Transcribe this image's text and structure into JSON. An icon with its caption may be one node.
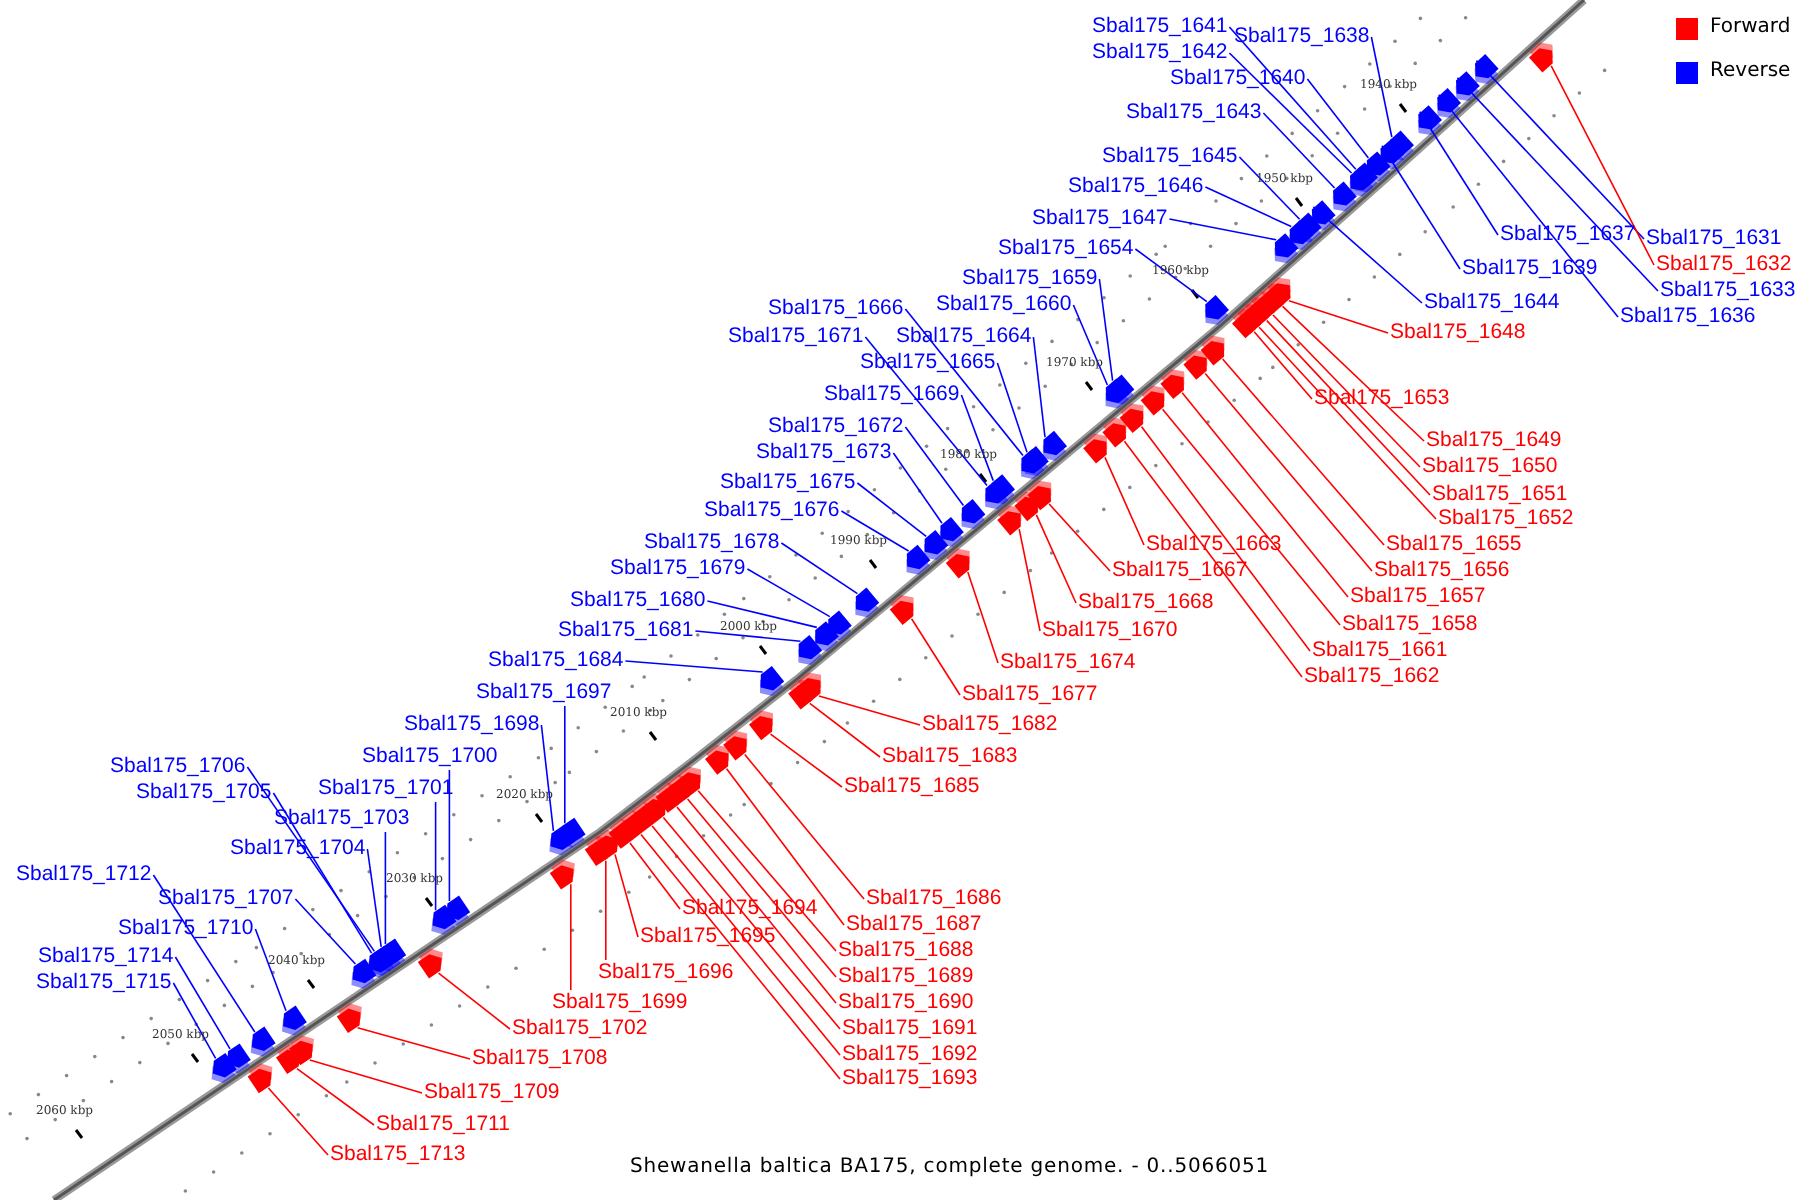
{
  "diagram": {
    "caption": "Shewanella baltica BA175, complete genome. - 0..5066051",
    "nodes": [
      {
        "text": [
          "Sbal175_1641"
        ]
      },
      {
        "text": [
          "Sbal175_1638"
        ]
      },
      {
        "text": [
          "Sbal175_1642"
        ]
      },
      {
        "text": [
          "Sbal175_1640"
        ]
      },
      {
        "text": [
          "Sbal175_1643"
        ]
      },
      {
        "text": [
          "Sbal175_1645"
        ]
      },
      {
        "text": [
          "Sbal175_1646"
        ]
      },
      {
        "text": [
          "Sbal175_1647"
        ]
      },
      {
        "text": [
          "Sbal175_1637"
        ]
      },
      {
        "text": [
          "Sbal175_1631"
        ]
      },
      {
        "text": [
          "Sbal175_1654"
        ]
      },
      {
        "text": [
          "Sbal175_1632"
        ]
      },
      {
        "text": [
          "Sbal175_1639"
        ]
      },
      {
        "text": [
          "Sbal175_1659"
        ]
      },
      {
        "text": [
          "Sbal175_1633"
        ]
      },
      {
        "text": [
          "Sbal175_1644"
        ]
      },
      {
        "text": [
          "Sbal175_1660"
        ]
      },
      {
        "text": [
          "Sbal175_1666"
        ]
      },
      {
        "text": [
          "Sbal175_1636"
        ]
      },
      {
        "text": [
          "Sbal175_1648"
        ]
      },
      {
        "text": [
          "Sbal175_1671"
        ]
      },
      {
        "text": [
          "Sbal175_1664"
        ]
      },
      {
        "text": [
          "Sbal175_1665"
        ]
      },
      {
        "text": [
          "Sbal175_1669"
        ]
      },
      {
        "text": [
          "Sbal175_1653"
        ]
      },
      {
        "text": [
          "Sbal175_1672"
        ]
      },
      {
        "text": [
          "Sbal175_1649"
        ]
      },
      {
        "text": [
          "Sbal175_1673"
        ]
      },
      {
        "text": [
          "Sbal175_1650"
        ]
      },
      {
        "text": [
          "Sbal175_1675"
        ]
      },
      {
        "text": [
          "Sbal175_1651"
        ]
      },
      {
        "text": [
          "Sbal175_1676"
        ]
      },
      {
        "text": [
          "Sbal175_1652"
        ]
      },
      {
        "text": [
          "Sbal175_1678"
        ]
      },
      {
        "text": [
          "Sbal175_1663"
        ]
      },
      {
        "text": [
          "Sbal175_1655"
        ]
      },
      {
        "text": [
          "Sbal175_1679"
        ]
      },
      {
        "text": [
          "Sbal175_1667"
        ]
      },
      {
        "text": [
          "Sbal175_1656"
        ]
      },
      {
        "text": [
          "Sbal175_1657"
        ]
      },
      {
        "text": [
          "Sbal175_1680"
        ]
      },
      {
        "text": [
          "Sbal175_1668"
        ]
      },
      {
        "text": [
          "Sbal175_1658"
        ]
      },
      {
        "text": [
          "Sbal175_1681"
        ]
      },
      {
        "text": [
          "Sbal175_1670"
        ]
      },
      {
        "text": [
          "Sbal175_1661"
        ]
      },
      {
        "text": [
          "Sbal175_1684"
        ]
      },
      {
        "text": [
          "Sbal175_1674"
        ]
      },
      {
        "text": [
          "Sbal175_1662"
        ]
      },
      {
        "text": [
          "Sbal175_1697"
        ]
      },
      {
        "text": [
          "Sbal175_1677"
        ]
      },
      {
        "text": [
          "Sbal175_1682"
        ]
      },
      {
        "text": [
          "Sbal175_1698"
        ]
      },
      {
        "text": [
          "Sbal175_1700"
        ]
      },
      {
        "text": [
          "Sbal175_1683"
        ]
      },
      {
        "text": [
          "Sbal175_1706"
        ]
      },
      {
        "text": [
          "Sbal175_1685"
        ]
      },
      {
        "text": [
          "Sbal175_1701"
        ]
      },
      {
        "text": [
          "Sbal175_1705"
        ]
      },
      {
        "text": [
          "Sbal175_1703"
        ]
      },
      {
        "text": [
          "Sbal175_1704"
        ]
      },
      {
        "text": [
          "Sbal175_1712"
        ]
      },
      {
        "text": [
          "Sbal175_1686"
        ]
      },
      {
        "text": [
          "Sbal175_1707"
        ]
      },
      {
        "text": [
          "Sbal175_1694"
        ]
      },
      {
        "text": [
          "Sbal175_1687"
        ]
      },
      {
        "text": [
          "Sbal175_1710"
        ]
      },
      {
        "text": [
          "Sbal175_1695"
        ]
      },
      {
        "text": [
          "Sbal175_1688"
        ]
      },
      {
        "text": [
          "Sbal175_1714"
        ]
      },
      {
        "text": [
          "Sbal175_1696"
        ]
      },
      {
        "text": [
          "Sbal175_1689"
        ]
      },
      {
        "text": [
          "Sbal175_1715"
        ]
      },
      {
        "text": [
          "Sbal175_1699"
        ]
      },
      {
        "text": [
          "Sbal175_1690"
        ]
      },
      {
        "text": [
          "Sbal175_1702"
        ]
      },
      {
        "text": [
          "Sbal175_1691"
        ]
      },
      {
        "text": [
          "Sbal175_1692"
        ]
      },
      {
        "text": [
          "Sbal175_1708"
        ]
      },
      {
        "text": [
          "Sbal175_1693"
        ]
      },
      {
        "text": [
          "Sbal175_1709"
        ]
      },
      {
        "text": [
          "Sbal175_1711"
        ]
      },
      {
        "text": [
          "Sbal175_1713"
        ]
      },
      {
        "text": [],
        "shape": "arrow"
      },
      {
        "text": [],
        "shape": "arrow"
      },
      {
        "text": [],
        "shape": "arrow"
      },
      {
        "text": [],
        "shape": "arrow"
      },
      {
        "text": [],
        "shape": "arrow"
      },
      {
        "text": [],
        "shape": "arrow"
      },
      {
        "text": [],
        "shape": "arrow"
      },
      {
        "text": [],
        "shape": "arrow"
      },
      {
        "text": [],
        "shape": "arrow"
      },
      {
        "text": [],
        "shape": "arrow"
      },
      {
        "text": [],
        "shape": "arrow"
      },
      {
        "text": [],
        "shape": "arrow"
      },
      {
        "text": [],
        "shape": "arrow"
      },
      {
        "text": [],
        "shape": "arrow"
      },
      {
        "text": [],
        "shape": "arrow"
      },
      {
        "text": [],
        "shape": "arrow"
      },
      {
        "text": [],
        "shape": "arrow"
      },
      {
        "text": [],
        "shape": "arrow"
      },
      {
        "text": [],
        "shape": "arrow"
      },
      {
        "text": [],
        "shape": "arrow"
      },
      {
        "text": [],
        "shape": "arrow"
      },
      {
        "text": [],
        "shape": "arrow"
      },
      {
        "text": [],
        "shape": "arrow"
      },
      {
        "text": [],
        "shape": "arrow"
      },
      {
        "text": [],
        "shape": "arrow"
      },
      {
        "text": [],
        "shape": "arrow"
      },
      {
        "text": [],
        "shape": "arrow"
      },
      {
        "text": [],
        "shape": "arrow"
      },
      {
        "text": [],
        "shape": "arrow"
      },
      {
        "text": [],
        "shape": "arrow"
      },
      {
        "text": [],
        "shape": "arrow"
      },
      {
        "text": [],
        "shape": "arrow"
      },
      {
        "text": [],
        "shape": "arrow"
      },
      {
        "text": [],
        "shape": "arrow"
      },
      {
        "text": [],
        "shape": "arrow"
      },
      {
        "text": [],
        "shape": "arrow"
      },
      {
        "text": [],
        "shape": "arrow"
      },
      {
        "text": [],
        "shape": "arrow"
      },
      {
        "text": [],
        "shape": "arrow"
      },
      {
        "text": [],
        "shape": "arrow"
      },
      {
        "text": [],
        "shape": "arrow"
      },
      {
        "text": [],
        "shape": "arrow"
      },
      {
        "text": [],
        "shape": "arrow"
      },
      {
        "text": [],
        "shape": "arrow"
      },
      {
        "text": [],
        "shape": "arrow"
      },
      {
        "text": [],
        "shape": "arrow"
      },
      {
        "text": [],
        "shape": "arrow"
      },
      {
        "text": [],
        "shape": "arrow"
      },
      {
        "text": [],
        "shape": "arrow"
      },
      {
        "text": [],
        "shape": "arrow"
      },
      {
        "text": [],
        "shape": "arrow"
      },
      {
        "text": [],
        "shape": "arrow"
      },
      {
        "text": [],
        "shape": "arrow"
      },
      {
        "text": [],
        "shape": "arrow"
      },
      {
        "text": [],
        "shape": "arrow"
      },
      {
        "text": [],
        "shape": "arrow"
      },
      {
        "text": [],
        "shape": "arrow"
      },
      {
        "text": [],
        "shape": "arrow"
      },
      {
        "text": [],
        "shape": "arrow"
      },
      {
        "text": [],
        "shape": "arrow"
      },
      {
        "text": [],
        "shape": "arrow"
      },
      {
        "text": [],
        "shape": "arrow"
      },
      {
        "text": [],
        "shape": "arrow"
      },
      {
        "text": [],
        "shape": "arrow"
      },
      {
        "text": [],
        "shape": "arrow"
      },
      {
        "text": [],
        "shape": "arrow"
      },
      {
        "text": [],
        "shape": "arrow"
      },
      {
        "text": [],
        "shape": "arrow"
      },
      {
        "text": [],
        "shape": "arrow"
      },
      {
        "text": [],
        "shape": "arrow"
      },
      {
        "text": [],
        "shape": "arrow"
      },
      {
        "text": [],
        "shape": "arrow"
      },
      {
        "text": [],
        "shape": "arrow"
      },
      {
        "text": [],
        "shape": "arrow"
      },
      {
        "text": [],
        "shape": "arrow"
      },
      {
        "text": [],
        "shape": "arrow"
      },
      {
        "text": [],
        "shape": "arrow"
      },
      {
        "text": [],
        "shape": "arrow"
      },
      {
        "text": [],
        "shape": "arrow"
      },
      {
        "text": [],
        "shape": "arrow"
      },
      {
        "text": [],
        "shape": "arrow"
      },
      {
        "text": [],
        "shape": "arrow"
      },
      {
        "text": [],
        "shape": "arrow"
      }
    ],
    "edges": [
      {
        "from": 0,
        "to": 155,
        "arrow": "none"
      },
      {
        "from": 1,
        "to": 159,
        "arrow": "none"
      },
      {
        "from": 2,
        "to": 156,
        "arrow": "none"
      },
      {
        "from": 3,
        "to": 157,
        "arrow": "none"
      },
      {
        "from": 4,
        "to": 154,
        "arrow": "none"
      },
      {
        "from": 5,
        "to": 150,
        "arrow": "none"
      },
      {
        "from": 6,
        "to": 148,
        "arrow": "none"
      },
      {
        "from": 7,
        "to": 145,
        "arrow": "none"
      },
      {
        "from": 8,
        "to": 161,
        "arrow": "none"
      },
      {
        "from": 9,
        "to": 165,
        "arrow": "none"
      },
      {
        "from": 10,
        "to": 141,
        "arrow": "none"
      },
      {
        "from": 11,
        "to": 164,
        "arrow": "none",
        "color": "#ff0000"
      },
      {
        "from": 12,
        "to": 160,
        "arrow": "none"
      },
      {
        "from": 13,
        "to": 136,
        "arrow": "none"
      },
      {
        "from": 14,
        "to": 163,
        "arrow": "none"
      },
      {
        "from": 15,
        "to": 158,
        "arrow": "none"
      },
      {
        "from": 16,
        "to": 135,
        "arrow": "none"
      },
      {
        "from": 17,
        "to": 129,
        "arrow": "none"
      },
      {
        "from": 18,
        "to": 162,
        "arrow": "none"
      },
      {
        "from": 19,
        "to": 153,
        "arrow": "none",
        "color": "#ff0000"
      },
      {
        "from": 20,
        "to": 126,
        "arrow": "none"
      },
      {
        "from": 21,
        "to": 131,
        "arrow": "none"
      },
      {
        "from": 22,
        "to": 130,
        "arrow": "none"
      },
      {
        "from": 23,
        "to": 127,
        "arrow": "none"
      },
      {
        "from": 24,
        "to": 146,
        "arrow": "none",
        "color": "#ff0000"
      },
      {
        "from": 25,
        "to": 125,
        "arrow": "none"
      },
      {
        "from": 26,
        "to": 152,
        "arrow": "none",
        "color": "#ff0000"
      },
      {
        "from": 27,
        "to": 124,
        "arrow": "none"
      },
      {
        "from": 28,
        "to": 151,
        "arrow": "none",
        "color": "#ff0000"
      },
      {
        "from": 29,
        "to": 122,
        "arrow": "none"
      },
      {
        "from": 30,
        "to": 149,
        "arrow": "none",
        "color": "#ff0000"
      },
      {
        "from": 31,
        "to": 121,
        "arrow": "none"
      },
      {
        "from": 32,
        "to": 147,
        "arrow": "none",
        "color": "#ff0000"
      },
      {
        "from": 33,
        "to": 120,
        "arrow": "none"
      },
      {
        "from": 34,
        "to": 137,
        "arrow": "none",
        "color": "#ff0000"
      },
      {
        "from": 35,
        "to": 144,
        "arrow": "none",
        "color": "#ff0000"
      },
      {
        "from": 36,
        "to": 117,
        "arrow": "none"
      },
      {
        "from": 37,
        "to": 134,
        "arrow": "none",
        "color": "#ff0000"
      },
      {
        "from": 38,
        "to": 143,
        "arrow": "none",
        "color": "#ff0000"
      },
      {
        "from": 39,
        "to": 142,
        "arrow": "none",
        "color": "#ff0000"
      },
      {
        "from": 40,
        "to": 116,
        "arrow": "none"
      },
      {
        "from": 41,
        "to": 133,
        "arrow": "none",
        "color": "#ff0000"
      },
      {
        "from": 42,
        "to": 140,
        "arrow": "none",
        "color": "#ff0000"
      },
      {
        "from": 43,
        "to": 114,
        "arrow": "none"
      },
      {
        "from": 44,
        "to": 132,
        "arrow": "none",
        "color": "#ff0000"
      },
      {
        "from": 45,
        "to": 139,
        "arrow": "none",
        "color": "#ff0000"
      },
      {
        "from": 46,
        "to": 112,
        "arrow": "none"
      },
      {
        "from": 47,
        "to": 128,
        "arrow": "none",
        "color": "#ff0000"
      },
      {
        "from": 48,
        "to": 138,
        "arrow": "none",
        "color": "#ff0000"
      },
      {
        "from": 49,
        "to": 100,
        "arrow": "none"
      },
      {
        "from": 50,
        "to": 123,
        "arrow": "none",
        "color": "#ff0000"
      },
      {
        "from": 51,
        "to": 119,
        "arrow": "none",
        "color": "#ff0000"
      },
      {
        "from": 52,
        "to": 99,
        "arrow": "none"
      },
      {
        "from": 53,
        "to": 97,
        "arrow": "none"
      },
      {
        "from": 54,
        "to": 118,
        "arrow": "none",
        "color": "#ff0000"
      },
      {
        "from": 55,
        "to": 92,
        "arrow": "none"
      },
      {
        "from": 56,
        "to": 115,
        "arrow": "none",
        "color": "#ff0000"
      },
      {
        "from": 57,
        "to": 96,
        "arrow": "none"
      },
      {
        "from": 58,
        "to": 91,
        "arrow": "none"
      },
      {
        "from": 59,
        "to": 95,
        "arrow": "none"
      },
      {
        "from": 60,
        "to": 93,
        "arrow": "none"
      },
      {
        "from": 61,
        "to": 85,
        "arrow": "none"
      },
      {
        "from": 62,
        "to": 113,
        "arrow": "none",
        "color": "#ff0000"
      },
      {
        "from": 63,
        "to": 90,
        "arrow": "none"
      },
      {
        "from": 64,
        "to": 104,
        "arrow": "none",
        "color": "#ff0000"
      },
      {
        "from": 65,
        "to": 111,
        "arrow": "none",
        "color": "#ff0000"
      },
      {
        "from": 66,
        "to": 86,
        "arrow": "none"
      },
      {
        "from": 67,
        "to": 103,
        "arrow": "none",
        "color": "#ff0000"
      },
      {
        "from": 68,
        "to": 110,
        "arrow": "none",
        "color": "#ff0000"
      },
      {
        "from": 69,
        "to": 84,
        "arrow": "none"
      },
      {
        "from": 70,
        "to": 102,
        "arrow": "none",
        "color": "#ff0000"
      },
      {
        "from": 71,
        "to": 109,
        "arrow": "none",
        "color": "#ff0000"
      },
      {
        "from": 72,
        "to": 83,
        "arrow": "none"
      },
      {
        "from": 73,
        "to": 101,
        "arrow": "none",
        "color": "#ff0000"
      },
      {
        "from": 74,
        "to": 108,
        "arrow": "none",
        "color": "#ff0000"
      },
      {
        "from": 75,
        "to": 98,
        "arrow": "none",
        "color": "#ff0000"
      },
      {
        "from": 76,
        "to": 107,
        "arrow": "none",
        "color": "#ff0000"
      },
      {
        "from": 77,
        "to": 106,
        "arrow": "none",
        "color": "#ff0000"
      },
      {
        "from": 78,
        "to": 94,
        "arrow": "none",
        "color": "#ff0000"
      },
      {
        "from": 79,
        "to": 105,
        "arrow": "none",
        "color": "#ff0000"
      },
      {
        "from": 80,
        "to": 88,
        "arrow": "none",
        "color": "#ff0000"
      },
      {
        "from": 81,
        "to": 89,
        "arrow": "none",
        "color": "#ff0000"
      },
      {
        "from": 82,
        "to": 87,
        "arrow": "none",
        "color": "#ff0000"
      }
    ],
    "labels": [
      "1940 kbp",
      "1950 kbp",
      "1960 kbp",
      "1970 kbp",
      "1980 kbp",
      "1990 kbp",
      "2000 kbp",
      "2010 kbp",
      "2020 kbp",
      "2030 kbp",
      "2040 kbp",
      "2050 kbp",
      "2060 kbp"
    ],
    "legend": [
      {
        "text": "Forward",
        "color": "#ff0000"
      },
      {
        "text": "Reverse",
        "color": "#0000ff"
      }
    ]
  }
}
